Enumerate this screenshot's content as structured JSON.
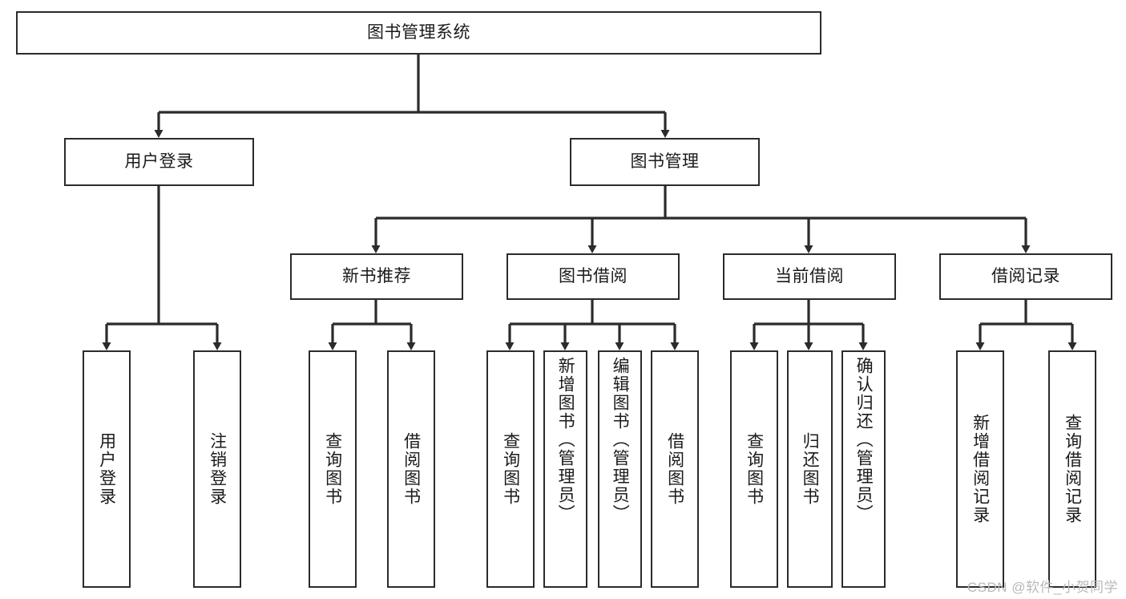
{
  "diagram": {
    "type": "tree-hierarchy-chart",
    "title": "图书管理系统",
    "watermark": "CSDN @软件_小贺同学",
    "colors": {
      "box_border": "#2b2b2b",
      "box_fill": "#ffffff",
      "connector": "#2b2b2b",
      "text": "#1a1a1a",
      "watermark": "#b9b9b9"
    },
    "root": {
      "id": "root",
      "label": "图书管理系统"
    },
    "level2": [
      {
        "id": "user-login",
        "label": "用户登录"
      },
      {
        "id": "book-manage",
        "label": "图书管理"
      }
    ],
    "level3": [
      {
        "id": "new-book-recommend",
        "label": "新书推荐",
        "parent": "book-manage"
      },
      {
        "id": "book-borrow",
        "label": "图书借阅",
        "parent": "book-manage"
      },
      {
        "id": "current-borrow",
        "label": "当前借阅",
        "parent": "book-manage"
      },
      {
        "id": "borrow-record",
        "label": "借阅记录",
        "parent": "book-manage"
      }
    ],
    "leaves": {
      "user_login": [
        {
          "id": "leaf-user-login",
          "label": "用户登录"
        },
        {
          "id": "leaf-logout",
          "label": "注销登录"
        }
      ],
      "new_book_recommend": [
        {
          "id": "leaf-query-book-1",
          "label": "查询图书"
        },
        {
          "id": "leaf-borrow-book-1",
          "label": "借阅图书"
        }
      ],
      "book_borrow": [
        {
          "id": "leaf-query-book-2",
          "label": "查询图书"
        },
        {
          "id": "leaf-add-book",
          "label": "新增图书（管理员）"
        },
        {
          "id": "leaf-edit-book",
          "label": "编辑图书（管理员）"
        },
        {
          "id": "leaf-borrow-book-2",
          "label": "借阅图书"
        }
      ],
      "current_borrow": [
        {
          "id": "leaf-query-book-3",
          "label": "查询图书"
        },
        {
          "id": "leaf-return-book",
          "label": "归还图书"
        },
        {
          "id": "leaf-confirm-return",
          "label": "确认归还（管理员）"
        }
      ],
      "borrow_record": [
        {
          "id": "leaf-add-record",
          "label": "新增借阅记录"
        },
        {
          "id": "leaf-query-record",
          "label": "查询借阅记录"
        }
      ]
    }
  }
}
